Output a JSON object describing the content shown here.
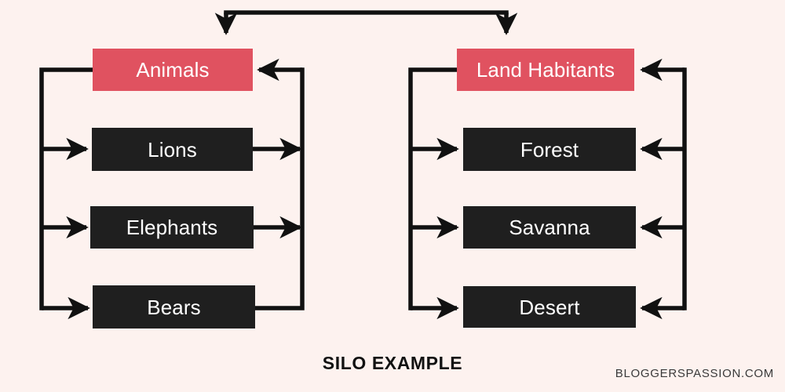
{
  "diagram": {
    "title": "SILO EXAMPLE",
    "watermark": "BLOGGERSPASSION.COM",
    "colors": {
      "background": "#fdf2ef",
      "parent_node": "#e05260",
      "child_node": "#1f1f1f",
      "connector": "#111111",
      "node_text": "#ffffff",
      "caption_text": "#111111"
    },
    "groups": [
      {
        "id": "animals-silo",
        "parent": {
          "label": "Animals",
          "type": "parent"
        },
        "children": [
          {
            "label": "Lions",
            "type": "child"
          },
          {
            "label": "Elephants",
            "type": "child"
          },
          {
            "label": "Bears",
            "type": "child"
          }
        ]
      },
      {
        "id": "land-habitants-silo",
        "parent": {
          "label": "Land Habitants",
          "type": "parent"
        },
        "children": [
          {
            "label": "Forest",
            "type": "child"
          },
          {
            "label": "Savanna",
            "type": "child"
          },
          {
            "label": "Desert",
            "type": "child"
          }
        ]
      }
    ],
    "connectors": {
      "top_bridge_label": "top-bridge",
      "left_down_label": "parent-to-children",
      "right_up_label": "children-to-parent"
    }
  }
}
